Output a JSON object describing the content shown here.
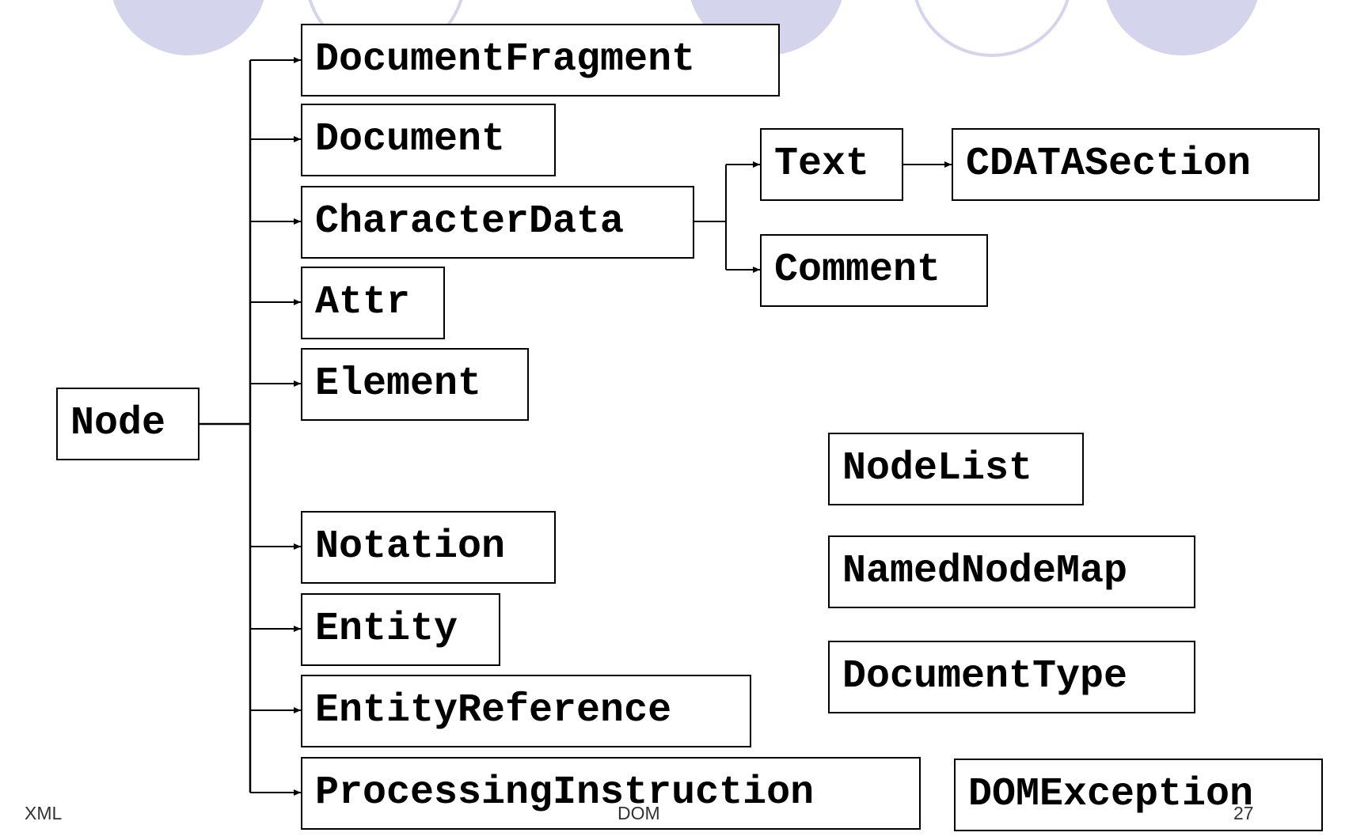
{
  "colors": {
    "decor": "#d4d4ec",
    "line": "#000000",
    "text": "#000000"
  },
  "diagram": {
    "root": "Node",
    "children": {
      "document_fragment": "DocumentFragment",
      "document": "Document",
      "character_data": "CharacterData",
      "attr": "Attr",
      "element": "Element",
      "notation": "Notation",
      "entity": "Entity",
      "entity_reference": "EntityReference",
      "processing_instruction": "ProcessingInstruction"
    },
    "character_data_children": {
      "text": "Text",
      "comment": "Comment"
    },
    "text_child": "CDATASection",
    "standalone": {
      "node_list": "NodeList",
      "named_node_map": "NamedNodeMap",
      "document_type": "DocumentType",
      "dom_exception": "DOMException"
    }
  },
  "footer": {
    "left": "XML",
    "center": "DOM",
    "right": "27"
  }
}
